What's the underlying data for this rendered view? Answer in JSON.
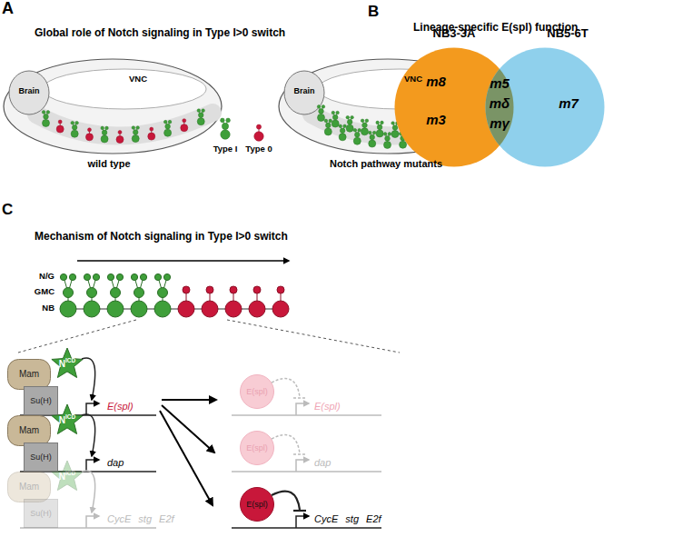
{
  "diagram": {
    "nodes": [
      {
        "text": [
          "NB3-3A",
          "m8",
          "m3"
        ]
      },
      {
        "text": [
          "NB5-6T",
          "m7"
        ]
      },
      {
        "text": [
          "Mam"
        ]
      },
      {
        "text": [
          "N",
          "ICD"
        ]
      },
      {
        "text": [
          "Su(H)"
        ]
      },
      {
        "text": [
          "Mam"
        ]
      },
      {
        "text": [
          "N",
          "ICD"
        ]
      },
      {
        "text": [
          "Su(H)"
        ]
      },
      {
        "text": [
          "Mam"
        ]
      },
      {
        "text": [
          "N",
          "ICD"
        ]
      },
      {
        "text": [
          "Su(H)"
        ]
      },
      {
        "text": [
          "E(spl)"
        ]
      },
      {
        "text": [
          "E(spl)"
        ]
      },
      {
        "text": [
          "E(spl)"
        ]
      }
    ],
    "labels": [
      "A",
      "Global role of Notch signaling in Type I>0 switch",
      "Brain",
      "VNC",
      "wild type",
      "Brain",
      "VNC",
      "Notch pathway mutants",
      "B",
      "Lineage-specific E(spl) function",
      "m5",
      "mδ",
      "mγ",
      "C",
      "Mechanism of Notch signaling in Type I>0 switch",
      "N/G",
      "GMC",
      "NB",
      "E(spl)",
      "dap",
      "CycE stg E2f",
      "E(spl)",
      "dap",
      "CycE stg E2f"
    ],
    "legend": [
      {
        "text": "Type I",
        "color": "#3f9f3a"
      },
      {
        "text": "Type 0",
        "color": "#c8173a"
      }
    ]
  }
}
